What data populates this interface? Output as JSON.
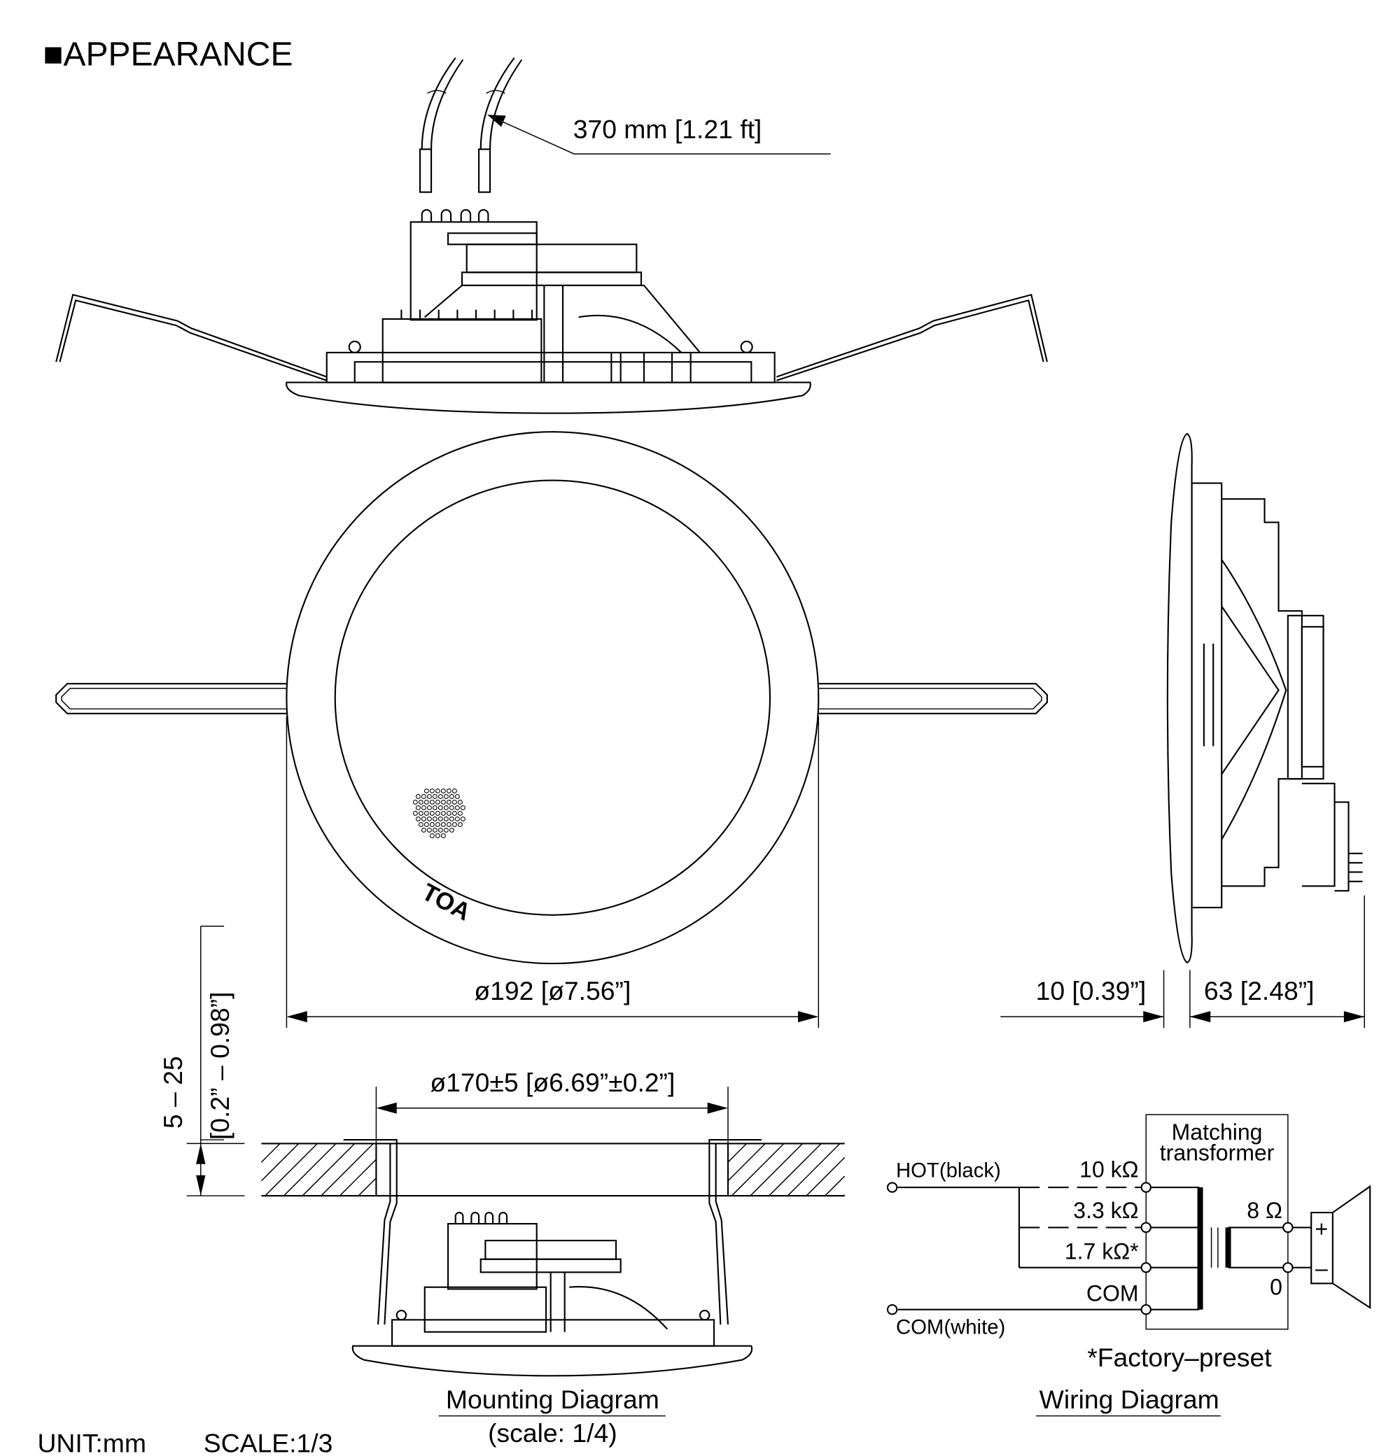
{
  "title": "■APPEARANCE",
  "cable_length": "370 mm [1.21 ft]",
  "dims": {
    "outer_diameter": "ø192 [ø7.56”]",
    "flange_depth": "10 [0.39”]",
    "body_depth": "63 [2.48”]",
    "ceiling_thickness_mm": "5 – 25",
    "ceiling_thickness_in": "[0.2” – 0.98”]",
    "cutout": "ø170±5 [ø6.69”±0.2”]"
  },
  "logo": "TOA",
  "mounting": {
    "title": "Mounting Diagram",
    "scale": "(scale: 1/4)"
  },
  "footer": {
    "unit": "UNIT:mm",
    "scale": "SCALE:1/3"
  },
  "wiring": {
    "title": "Wiring Diagram",
    "box_label_1": "Matching",
    "box_label_2": "transformer",
    "hot": "HOT(black)",
    "com_wire": "COM(white)",
    "taps": [
      "10 kΩ",
      "3.3 kΩ",
      "1.7 kΩ*",
      "COM"
    ],
    "secondary": [
      "8 Ω",
      "0"
    ],
    "plus": "+",
    "minus": "–",
    "note": "*Factory–preset"
  }
}
